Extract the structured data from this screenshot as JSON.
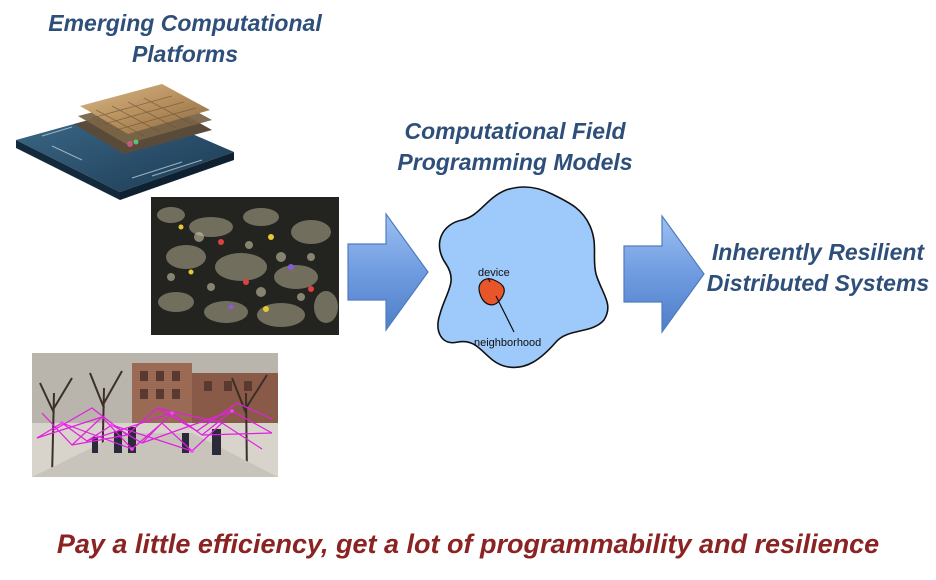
{
  "headings": {
    "platforms": [
      "Emerging Computational",
      "Platforms"
    ],
    "models": [
      "Computational Field",
      "Programming Models"
    ],
    "resilient": [
      "Inherently Resilient",
      "Distributed Systems"
    ]
  },
  "field_diagram": {
    "device_label": "device",
    "neighborhood_label": "neighborhood"
  },
  "tagline": "Pay a little efficiency, get a lot of programmability and resilience",
  "colors": {
    "heading": "#2e4f7a",
    "tagline": "#8b2323",
    "arrow": "#6f9be0",
    "field": "#9ec9fb",
    "device": "#e8552a"
  }
}
